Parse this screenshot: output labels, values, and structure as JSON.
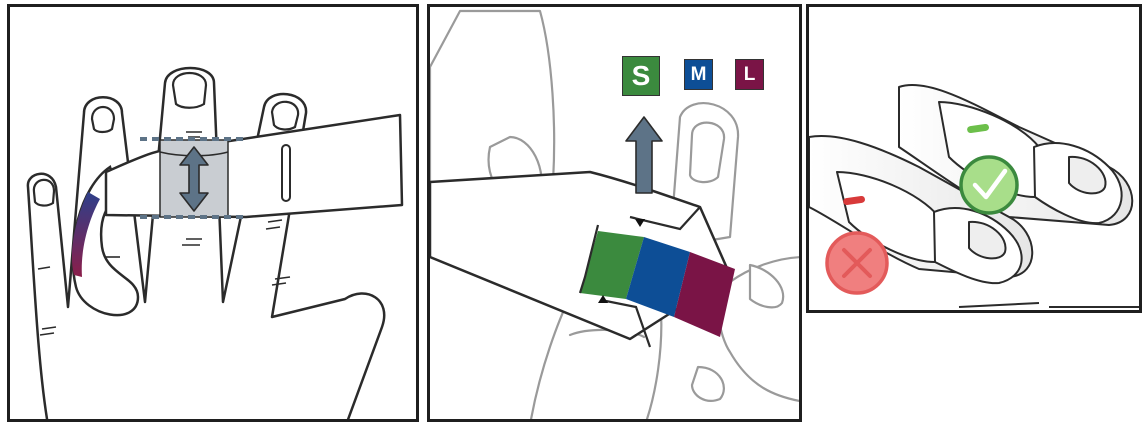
{
  "sizes": [
    {
      "label": "S",
      "color": "#3b8a3e",
      "selected": true
    },
    {
      "label": "M",
      "color": "#0d4e96"
    },
    {
      "label": "L",
      "color": "#7a1446"
    }
  ],
  "colors": {
    "outline": "#2b2b2b",
    "skin_shade": "#f0f0f0",
    "strap_gradient_top": "#2e3f8a",
    "strap_gradient_bottom": "#8b1e4a",
    "measure_arrow": "#5d7387",
    "measure_zone": "#c9cdd2",
    "arrow_up": "#5d7387",
    "indicator_good": "#6cbf4a",
    "indicator_bad": "#d83a3a",
    "check_fill": "#a8de8a",
    "check_ring": "#3b8a3e",
    "cross_fill": "#f07f7f",
    "cross_ring": "#e35a5a"
  },
  "icons": {
    "height_arrow": "double-arrow-icon",
    "up_arrow": "arrow-up-icon",
    "correct": "checkmark-icon",
    "incorrect": "cross-icon"
  }
}
